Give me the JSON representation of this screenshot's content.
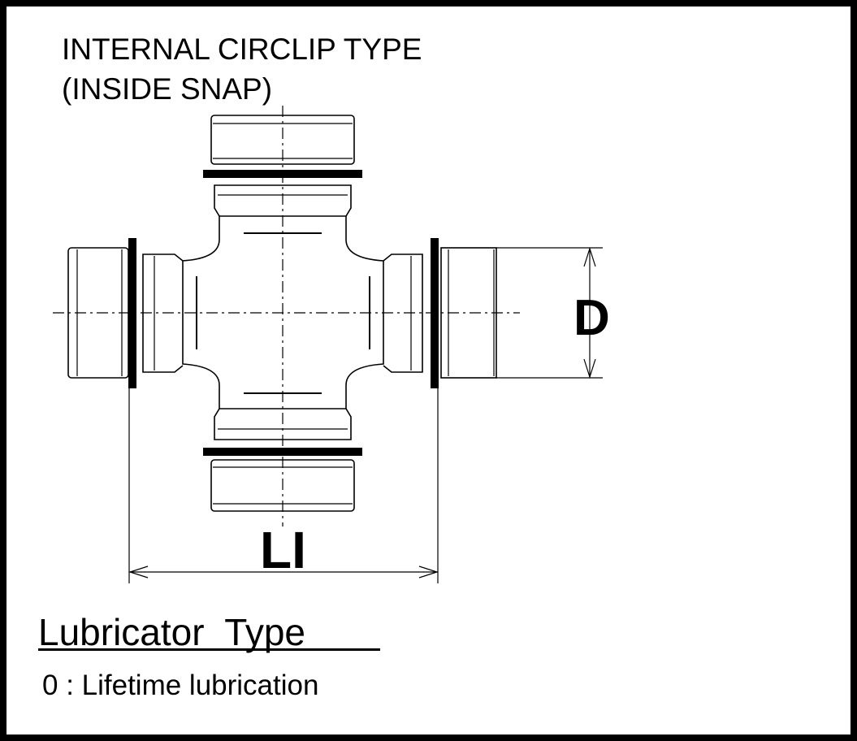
{
  "title": {
    "line1": "INTERNAL CIRCLIP TYPE",
    "line2": "(INSIDE SNAP)"
  },
  "dimensions": {
    "diameter_label": "D",
    "length_label": "LI"
  },
  "lubricator": {
    "heading": "Lubricator  Type",
    "items": [
      "0 : Lifetime lubrication"
    ]
  },
  "colors": {
    "line": "#000000",
    "background": "#ffffff"
  }
}
